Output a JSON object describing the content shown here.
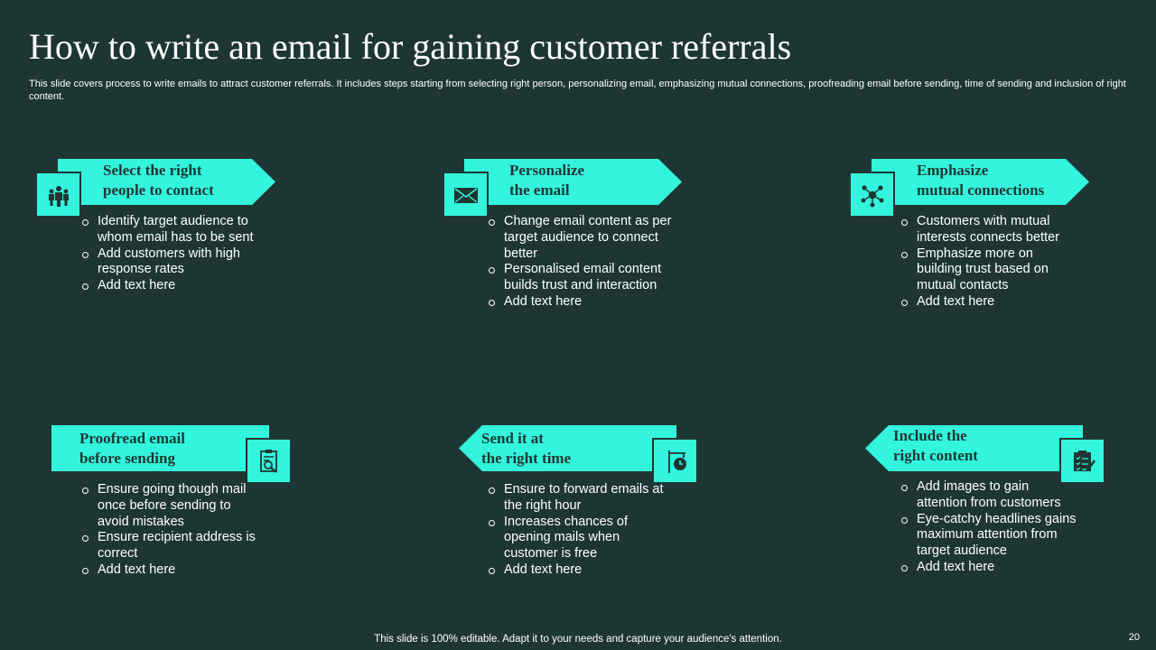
{
  "slide": {
    "title": "How to write an email for gaining customer referrals",
    "subtitle": "This slide covers process to write emails to attract customer referrals. It includes steps starting from selecting right person, personalizing email, emphasizing mutual connections, proofreading email before sending, time of sending and inclusion of right content.",
    "footer": "This slide is 100% editable. Adapt it to your needs and capture your audience's attention.",
    "page_number": "20"
  },
  "colors": {
    "background": "#1e3633",
    "accent": "#33f5dd",
    "text": "#ffffff"
  },
  "steps": [
    {
      "title_lines": [
        "Select the right",
        "people to contact"
      ],
      "icon": "people-group-icon",
      "points": [
        "Identify target audience to whom email has to be sent",
        "Add customers with high response rates",
        "Add text here"
      ]
    },
    {
      "title_lines": [
        "Personalize",
        "the email"
      ],
      "icon": "envelope-icon",
      "points": [
        "Change email content as per target audience to connect better",
        "Personalised email content builds trust and interaction",
        "Add text here"
      ]
    },
    {
      "title_lines": [
        "Emphasize",
        "mutual connections"
      ],
      "icon": "network-icon",
      "points": [
        "Customers with mutual interests connects better",
        "Emphasize more on building trust based on mutual contacts",
        "Add text here"
      ]
    },
    {
      "title_lines": [
        "Proofread email",
        "before sending"
      ],
      "icon": "document-magnifier-icon",
      "points": [
        "Ensure going though mail once before sending to avoid mistakes",
        "Ensure recipient address is correct",
        "Add text here"
      ]
    },
    {
      "title_lines": [
        "Send it at",
        "the right time"
      ],
      "icon": "clock-sign-icon",
      "points": [
        "Ensure to forward emails at the right hour",
        "Increases chances of opening mails when customer is free",
        "Add text here"
      ]
    },
    {
      "title_lines": [
        "Include the",
        "right content"
      ],
      "icon": "checklist-icon",
      "points": [
        "Add images to gain attention from customers",
        "Eye-catchy headlines gains maximum attention from target audience",
        "Add text here"
      ]
    }
  ]
}
